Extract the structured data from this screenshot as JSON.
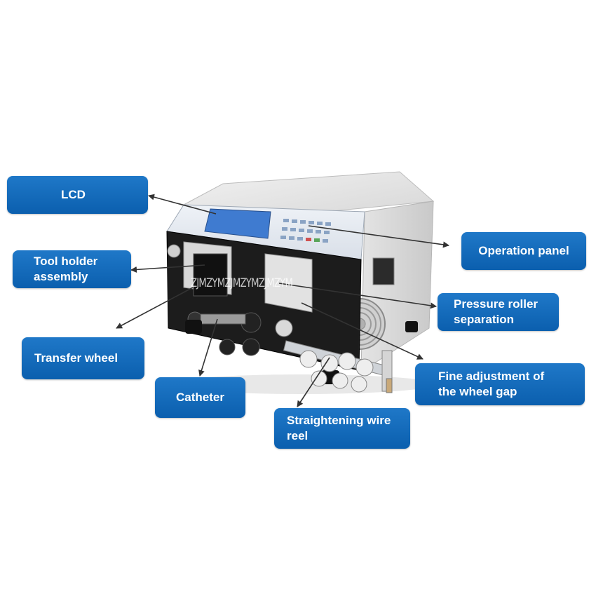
{
  "colors": {
    "callout": "#0b66b8",
    "callout_text": "#ffffff",
    "arrow": "#333333",
    "lcd": "#3f7bd0"
  },
  "callouts": {
    "lcd": "LCD",
    "tool_holder": "Tool holder\nassembly",
    "transfer_wheel": "Transfer wheel",
    "catheter": "Catheter",
    "straightening": "Straightening wire\nreel",
    "operation_panel": "Operation panel",
    "pressure_roller": "Pressure roller\nseparation",
    "fine_adjustment": "Fine adjustment of\nthe wheel gap"
  },
  "watermark": "ZJMZYMZJMZYMZJMZYM"
}
